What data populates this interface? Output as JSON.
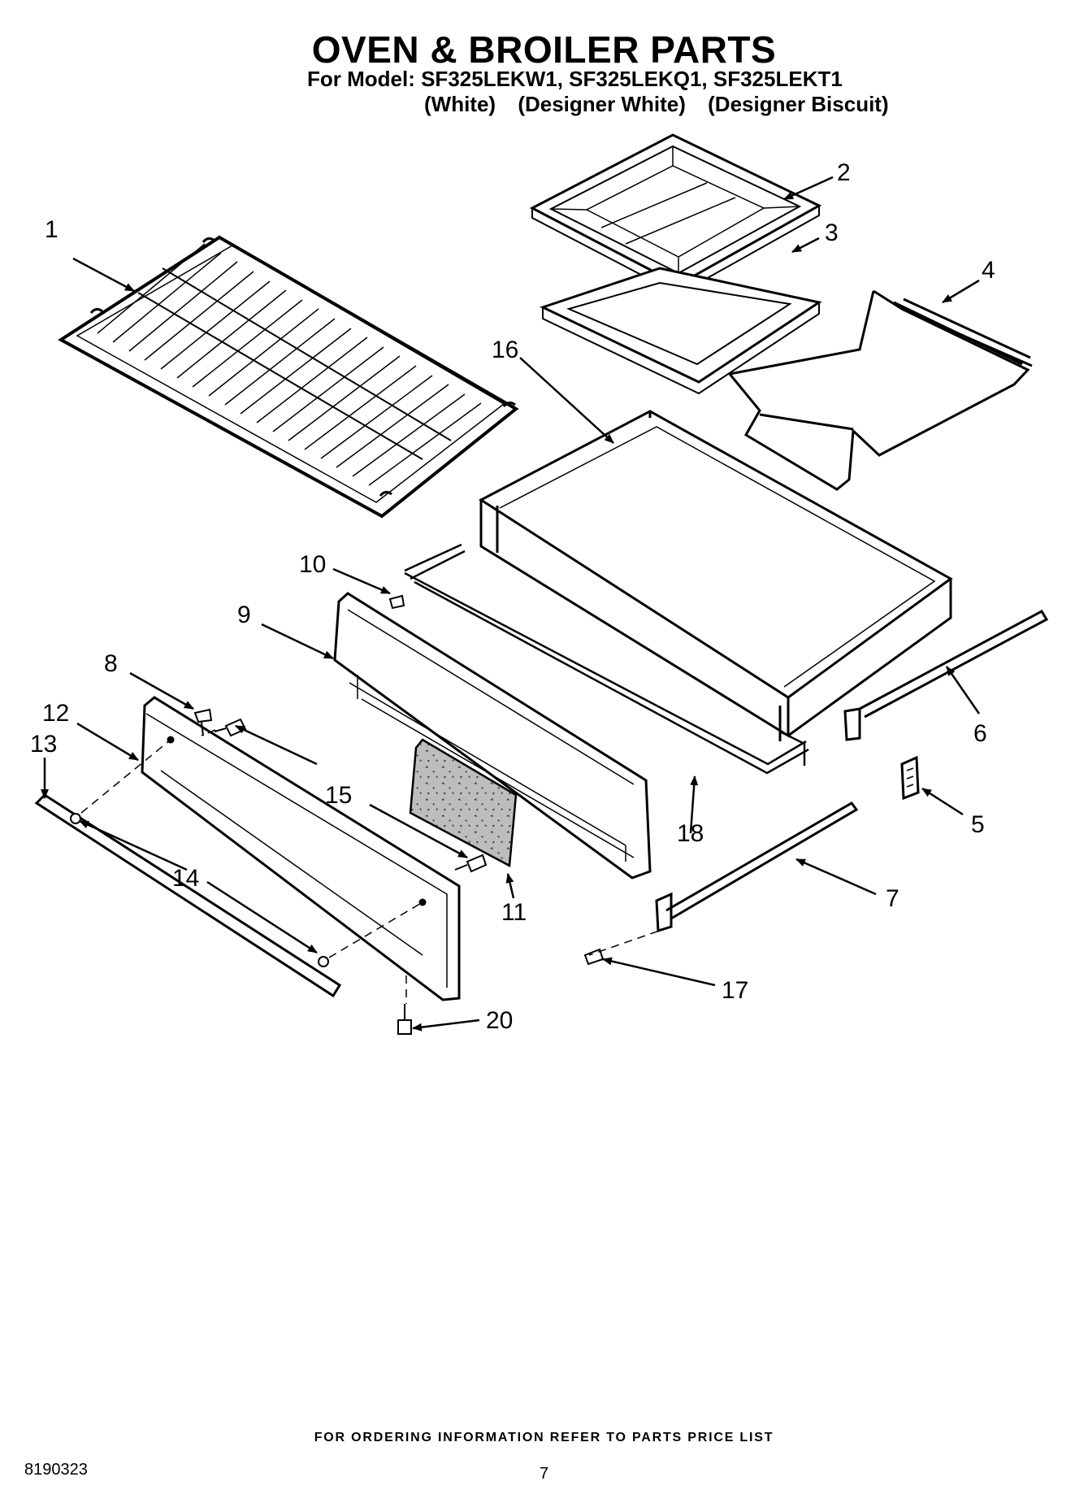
{
  "header": {
    "title": "OVEN & BROILER PARTS",
    "models_line": "For Model: SF325LEKW1, SF325LEKQ1, SF325LEKT1",
    "finishes": [
      "(White)",
      "(Designer White)",
      "(Designer Biscuit)"
    ]
  },
  "callouts": [
    "1",
    "2",
    "3",
    "4",
    "5",
    "6",
    "7",
    "8",
    "9",
    "10",
    "11",
    "12",
    "13",
    "14",
    "15",
    "16",
    "17",
    "18",
    "20"
  ],
  "footer": {
    "ordering_note": "FOR ORDERING INFORMATION REFER TO PARTS PRICE LIST",
    "doc_number": "8190323",
    "page_number": "7"
  }
}
